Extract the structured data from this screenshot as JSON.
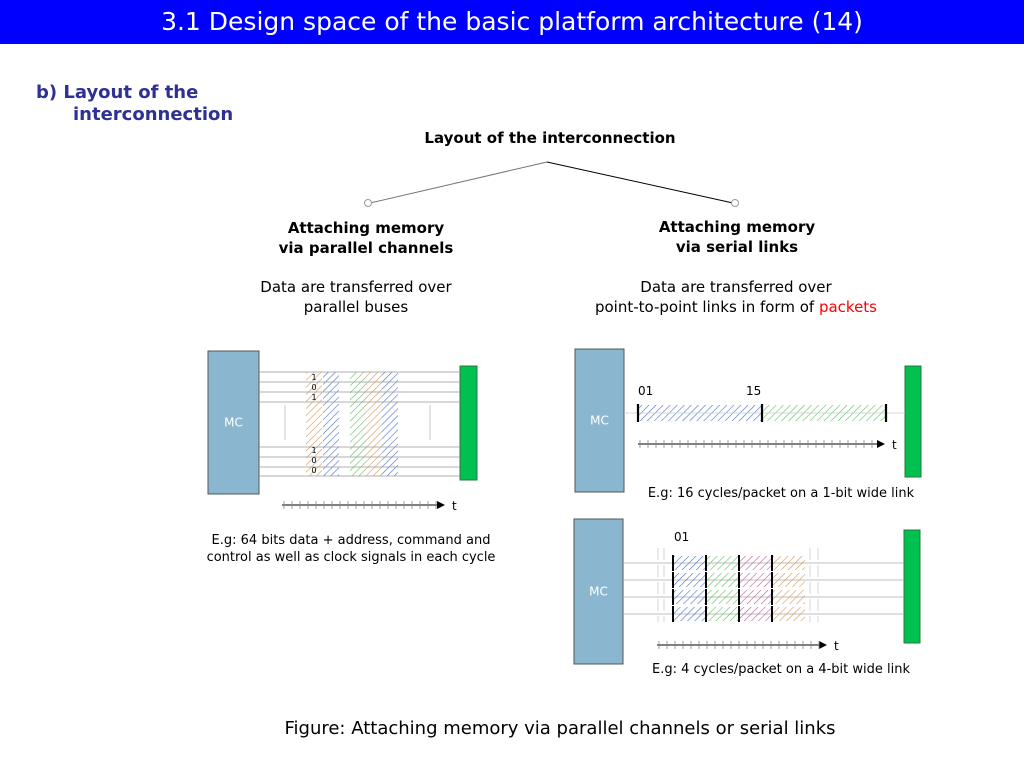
{
  "title": "3.1 Design space of the basic platform architecture (14)",
  "subheading": {
    "line1": "b) Layout of the",
    "line2": "interconnection"
  },
  "tree": {
    "root": "Layout of the interconnection",
    "left": {
      "heading_line1": "Attaching memory",
      "heading_line2": "via parallel channels",
      "desc_line1": "Data are transferred over",
      "desc_line2": "parallel buses"
    },
    "right": {
      "heading_line1": "Attaching memory",
      "heading_line2": "via serial links",
      "desc_line1": "Data are transferred over",
      "desc_line2_prefix": "point-to-point links in form of ",
      "desc_line2_highlight": "packets"
    }
  },
  "parallel": {
    "mc_label": "MC",
    "bits_top": [
      "1",
      "0",
      "1"
    ],
    "bits_bottom": [
      "1",
      "0",
      "0"
    ],
    "t_label": "t",
    "caption_line1": "E.g: 64 bits data + address, command and",
    "caption_line2": "control as well as clock signals in each cycle"
  },
  "serial1": {
    "mc_label": "MC",
    "marker_start": "01",
    "marker_end": "15",
    "t_label": "t",
    "caption": "E.g: 16 cycles/packet on a 1-bit wide link"
  },
  "serial4": {
    "mc_label": "MC",
    "marker_start": "01",
    "t_label": "t",
    "caption": "E.g: 4 cycles/packet on a 4-bit wide link"
  },
  "figure_caption": "Figure: Attaching memory via parallel channels or serial links",
  "colors": {
    "title_bg": "#0000ff",
    "subheading": "#2e3192",
    "mc_box": "#8ab6d0",
    "memory": "#00c050",
    "hatch_blue": "#4a72c8",
    "hatch_orange": "#d4975a",
    "hatch_green": "#5fc05f",
    "hatch_magenta": "#b8609a",
    "highlight": "#ff0000"
  }
}
